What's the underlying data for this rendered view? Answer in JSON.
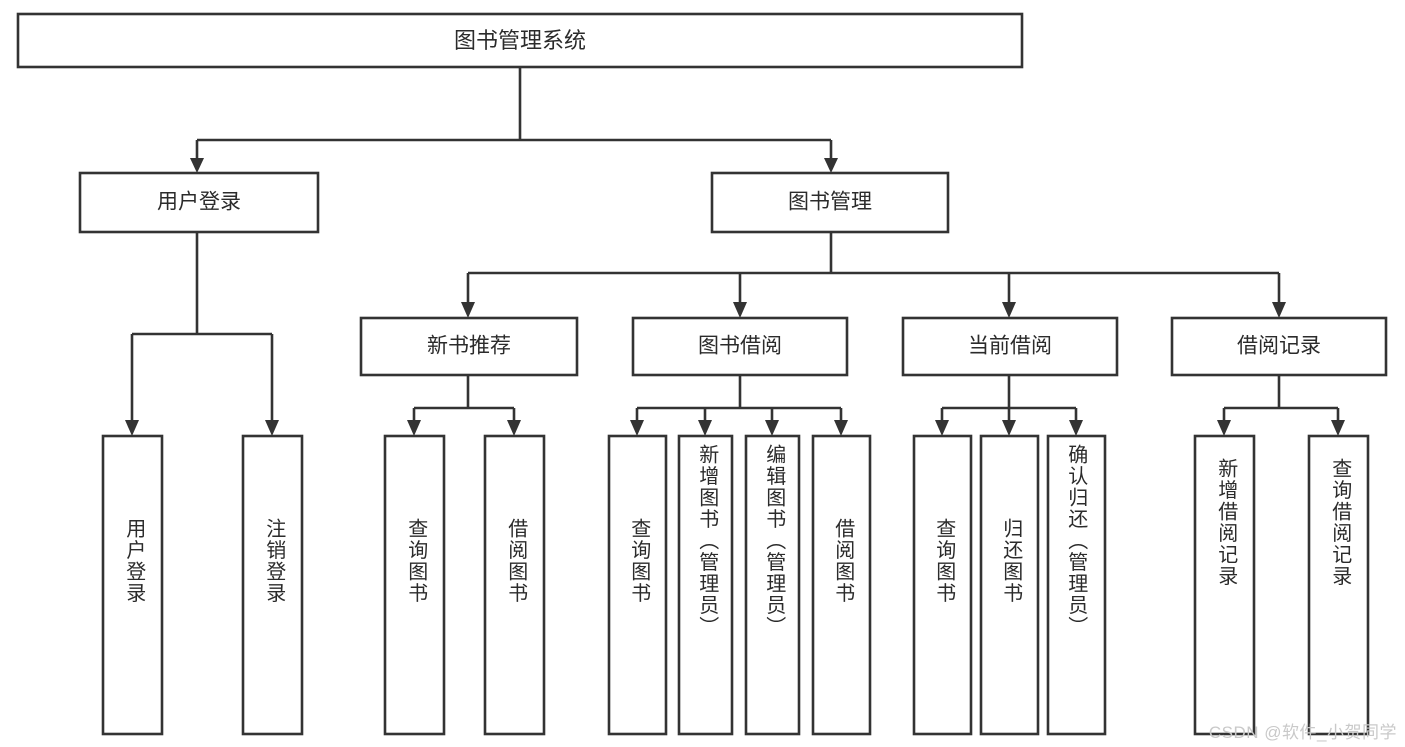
{
  "diagram": {
    "type": "hierarchy-tree",
    "title": "图书管理系统",
    "root": {
      "label": "图书管理系统",
      "children": [
        {
          "label": "用户登录",
          "children": [
            {
              "label": "用户登录"
            },
            {
              "label": "注销登录"
            }
          ]
        },
        {
          "label": "图书管理",
          "children": [
            {
              "label": "新书推荐",
              "children": [
                {
                  "label": "查询图书"
                },
                {
                  "label": "借阅图书"
                }
              ]
            },
            {
              "label": "图书借阅",
              "children": [
                {
                  "label": "查询图书"
                },
                {
                  "label": "新增图书（管理员）"
                },
                {
                  "label": "编辑图书（管理员）"
                },
                {
                  "label": "借阅图书"
                }
              ]
            },
            {
              "label": "当前借阅",
              "children": [
                {
                  "label": "查询图书"
                },
                {
                  "label": "归还图书"
                },
                {
                  "label": "确认归还（管理员）"
                }
              ]
            },
            {
              "label": "借阅记录",
              "children": [
                {
                  "label": "新增借阅记录"
                },
                {
                  "label": "查询借阅记录"
                }
              ]
            }
          ]
        }
      ]
    },
    "nodes": {
      "root": "图书管理系统",
      "l2_user_login": "用户登录",
      "l2_book_manage": "图书管理",
      "l3_new_book": "新书推荐",
      "l3_borrow": "图书借阅",
      "l3_current": "当前借阅",
      "l3_record": "借阅记录",
      "leaf_user_login": "用户登录",
      "leaf_logout": "注销登录",
      "leaf_query_book_1": "查询图书",
      "leaf_borrow_book_1": "借阅图书",
      "leaf_query_book_2": "查询图书",
      "leaf_add_book": "新增图书（管理员）",
      "leaf_edit_book": "编辑图书（管理员）",
      "leaf_borrow_book_2": "借阅图书",
      "leaf_query_book_3": "查询图书",
      "leaf_return_book": "归还图书",
      "leaf_confirm_return": "确认归还（管理员）",
      "leaf_add_record": "新增借阅记录",
      "leaf_query_record": "查询借阅记录"
    },
    "colors": {
      "background": "#ffffff",
      "box_fill": "#ffffff",
      "box_stroke": "#333333",
      "text": "#2b2b2b",
      "watermark": "#c9c9c9"
    }
  },
  "watermark": {
    "text": "CSDN @软件_小贺同学"
  }
}
